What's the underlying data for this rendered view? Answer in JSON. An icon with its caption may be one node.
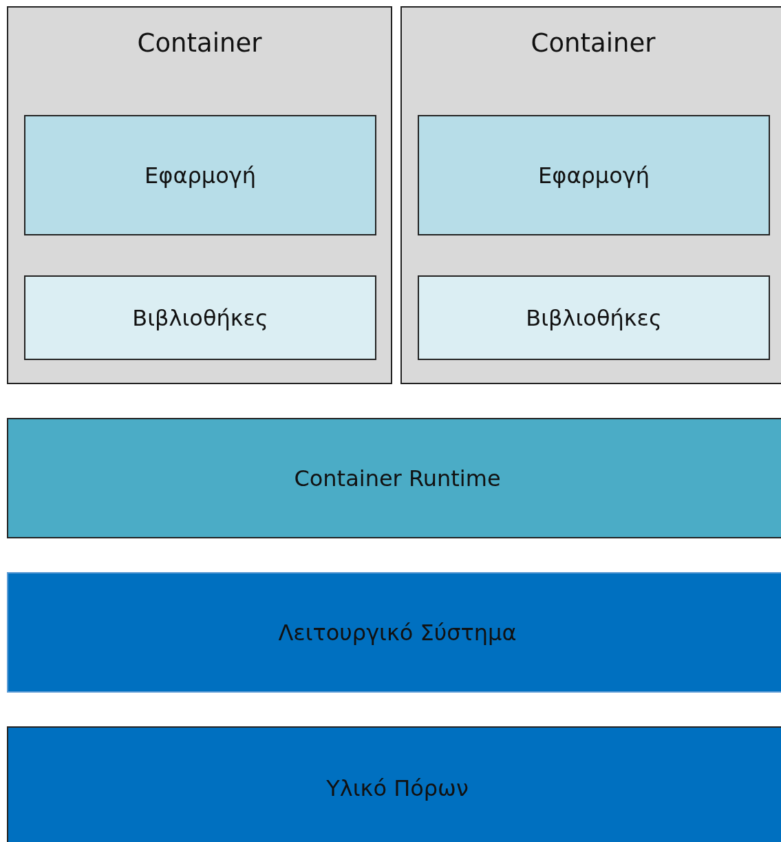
{
  "diagram": {
    "nodes": [
      {
        "text": [
          "Container"
        ]
      },
      {
        "text": [
          "Εφαρμογή"
        ],
        "in": 0
      },
      {
        "text": [
          "Βιβλιοθήκες"
        ],
        "in": 0
      },
      {
        "text": [
          "Container"
        ]
      },
      {
        "text": [
          "Εφαρμογή"
        ],
        "in": 3
      },
      {
        "text": [
          "Βιβλιοθήκες"
        ],
        "in": 3
      },
      {
        "text": [
          "Container Runtime"
        ]
      },
      {
        "text": [
          "Λειτουργικό Σύστημα"
        ]
      },
      {
        "text": [
          "Υλικό Πόρων"
        ]
      }
    ]
  }
}
